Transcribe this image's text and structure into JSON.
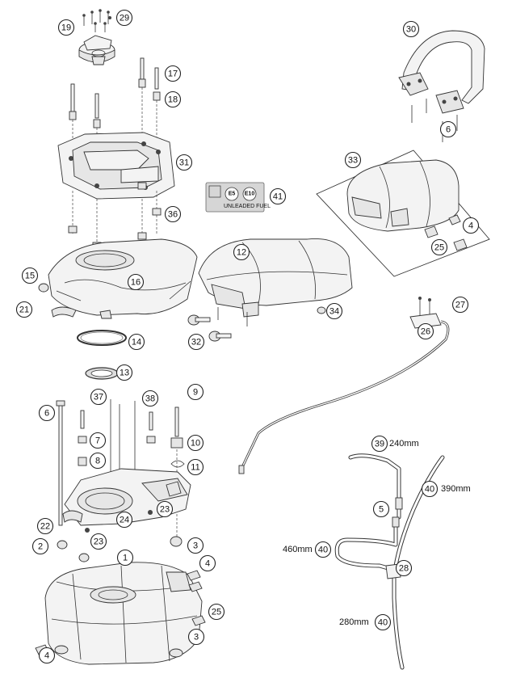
{
  "callouts": [
    {
      "id": "c19",
      "text": "19"
    },
    {
      "id": "c29",
      "text": "29"
    },
    {
      "id": "c17",
      "text": "17"
    },
    {
      "id": "c18",
      "text": "18"
    },
    {
      "id": "c31",
      "text": "31"
    },
    {
      "id": "c36",
      "text": "36"
    },
    {
      "id": "c15",
      "text": "15"
    },
    {
      "id": "c16",
      "text": "16"
    },
    {
      "id": "c21",
      "text": "21"
    },
    {
      "id": "c14",
      "text": "14"
    },
    {
      "id": "c13",
      "text": "13"
    },
    {
      "id": "c30",
      "text": "30"
    },
    {
      "id": "c6a",
      "text": "6"
    },
    {
      "id": "c33",
      "text": "33"
    },
    {
      "id": "c4a",
      "text": "4"
    },
    {
      "id": "c25a",
      "text": "25"
    },
    {
      "id": "c41",
      "text": "41"
    },
    {
      "id": "c12",
      "text": "12"
    },
    {
      "id": "c34",
      "text": "34"
    },
    {
      "id": "c32",
      "text": "32"
    },
    {
      "id": "c27",
      "text": "27"
    },
    {
      "id": "c26",
      "text": "26"
    },
    {
      "id": "c9",
      "text": "9"
    },
    {
      "id": "c37",
      "text": "37"
    },
    {
      "id": "c38",
      "text": "38"
    },
    {
      "id": "c6b",
      "text": "6"
    },
    {
      "id": "c7",
      "text": "7"
    },
    {
      "id": "c8",
      "text": "8"
    },
    {
      "id": "c10",
      "text": "10"
    },
    {
      "id": "c11",
      "text": "11"
    },
    {
      "id": "c23a",
      "text": "23"
    },
    {
      "id": "c24",
      "text": "24"
    },
    {
      "id": "c22",
      "text": "22"
    },
    {
      "id": "c2",
      "text": "2"
    },
    {
      "id": "c23b",
      "text": "23"
    },
    {
      "id": "c3a",
      "text": "3"
    },
    {
      "id": "c1",
      "text": "1"
    },
    {
      "id": "c4b",
      "text": "4"
    },
    {
      "id": "c25b",
      "text": "25"
    },
    {
      "id": "c3b",
      "text": "3"
    },
    {
      "id": "c4c",
      "text": "4"
    },
    {
      "id": "c39",
      "text": "39"
    },
    {
      "id": "c40a",
      "text": "40"
    },
    {
      "id": "c5",
      "text": "5"
    },
    {
      "id": "c40b",
      "text": "40"
    },
    {
      "id": "c28",
      "text": "28"
    },
    {
      "id": "c40c",
      "text": "40"
    }
  ],
  "measurements": {
    "m39": "240mm",
    "m40a": "390mm",
    "m40b": "460mm",
    "m40c": "280mm"
  },
  "fuel_label": {
    "e5": "E5",
    "e10": "E10",
    "text": "UNLEADED FUEL"
  }
}
